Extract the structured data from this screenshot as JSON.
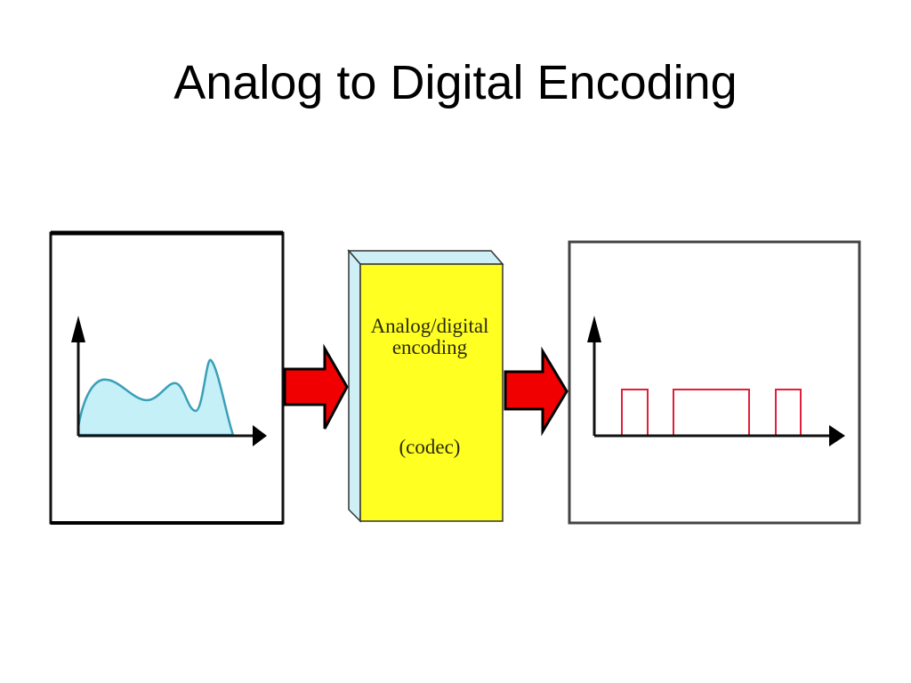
{
  "slide": {
    "title": "Analog to Digital Encoding"
  },
  "diagram": {
    "input_panel": {
      "label": "analog-signal",
      "wave_color": "#3aa9c0",
      "fill_color": "#bfeef5"
    },
    "codec_box": {
      "line1": "Analog/digital",
      "line2": "encoding",
      "line3": "(codec)",
      "face_color": "#ffff22",
      "side_color": "#cdeff5"
    },
    "arrows": {
      "color": "#ff0000",
      "outline": "#000000"
    },
    "output_panel": {
      "label": "digital-signal",
      "pulse_color": "#e0203a"
    }
  }
}
